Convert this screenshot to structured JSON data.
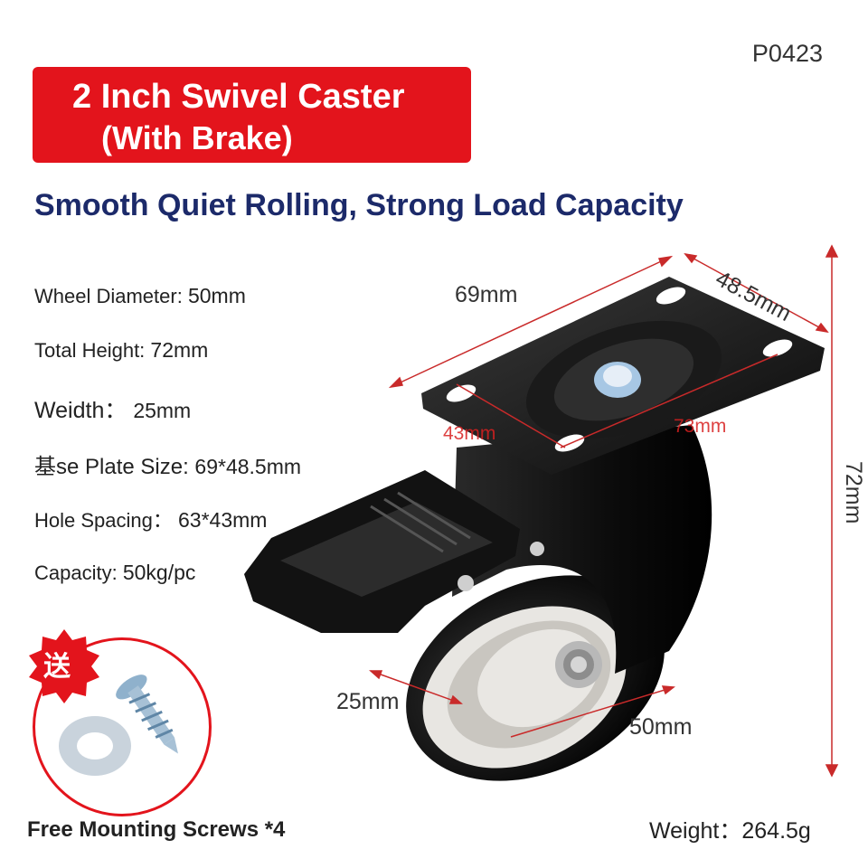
{
  "product_code": "P0423",
  "banner": {
    "line1": "2 Inch Swivel Caster",
    "line2": "(With Brake)"
  },
  "subtitle": "Smooth Quiet Rolling, Strong Load Capacity",
  "specs": [
    {
      "label": "Wheel Diameter:",
      "value": "50mm"
    },
    {
      "label": "Total Height:",
      "value": "72mm"
    },
    {
      "label": "Weidth：",
      "value": "25mm"
    },
    {
      "label": "基se Plate Size:",
      "value": "69*48.5mm"
    },
    {
      "label": "Hole Spacing：",
      "value": "63*43mm"
    },
    {
      "label": "Capacity:",
      "value": "50kg/pc"
    }
  ],
  "dimensions": {
    "plate_length": "69mm",
    "plate_width": "48.5mm",
    "total_height": "72mm",
    "hole_short": "43mm",
    "hole_long": "73mm",
    "wheel_width": "25mm",
    "wheel_diameter": "50mm"
  },
  "gift": {
    "badge": "送",
    "label": "Free Mounting Screws *4"
  },
  "weight": "Weight：264.5g"
}
